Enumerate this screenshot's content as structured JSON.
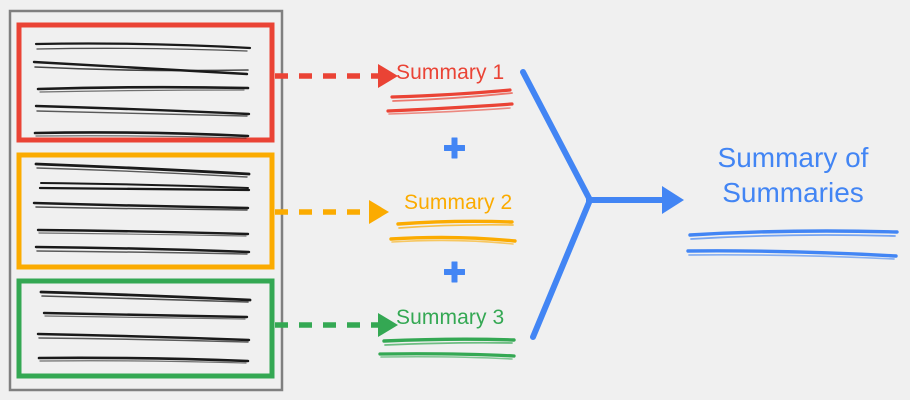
{
  "diagram": {
    "title_semantic": "summary-of-summaries-pipeline",
    "background_color": "#f0f0f0"
  },
  "source_panel": {
    "name": "document-stack",
    "border_color": "#808080",
    "groups": [
      {
        "id": "group-1",
        "color": "#ea4335",
        "line_count": 5,
        "arrow_color": "#ea4335"
      },
      {
        "id": "group-2",
        "color": "#fbab00",
        "line_count": 5,
        "arrow_color": "#fbab00"
      },
      {
        "id": "group-3",
        "color": "#34a853",
        "line_count": 4,
        "arrow_color": "#34a853"
      }
    ]
  },
  "summaries": [
    {
      "label": "Summary 1",
      "color": "#ea4335",
      "squiggle_lines": 2
    },
    {
      "label": "Summary 2",
      "color": "#fbab00",
      "squiggle_lines": 2
    },
    {
      "label": "Summary 3",
      "color": "#34a853",
      "squiggle_lines": 2
    }
  ],
  "operators": [
    {
      "symbol": "+",
      "color": "#4285f4"
    },
    {
      "symbol": "+",
      "color": "#4285f4"
    }
  ],
  "merge": {
    "connector_color": "#4285f4",
    "arrow_color": "#4285f4"
  },
  "result": {
    "label": "Summary of\nSummaries",
    "label_line_1": "Summary of",
    "label_line_2": "Summaries",
    "color": "#4285f4",
    "squiggle_lines": 2
  },
  "colors": {
    "red": "#ea4335",
    "orange": "#fbab00",
    "green": "#34a853",
    "blue": "#4285f4",
    "ink": "#1a1a1a",
    "panel_border": "#808080",
    "background": "#f0f0f0"
  }
}
